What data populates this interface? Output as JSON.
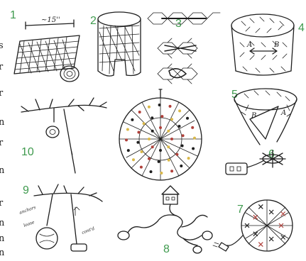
{
  "page": {
    "edge_letters": [
      "s",
      "r",
      "r",
      "n",
      "r",
      "n",
      "r",
      "n",
      "n",
      "n"
    ]
  },
  "panels": [
    {
      "id": "panel-1",
      "number": "1",
      "hand_label": "~15'' "
    },
    {
      "id": "panel-2",
      "number": "2"
    },
    {
      "id": "panel-3",
      "number": "3"
    },
    {
      "id": "panel-4",
      "number": "4",
      "letters": [
        "A",
        "B"
      ]
    },
    {
      "id": "panel-5",
      "number": "5",
      "letters": [
        "B",
        "A"
      ]
    },
    {
      "id": "panel-6",
      "number": "6"
    },
    {
      "id": "panel-7",
      "number": "7"
    },
    {
      "id": "panel-8",
      "number": "8"
    },
    {
      "id": "panel-9",
      "number": "9",
      "hand_labels": [
        "anchors",
        "loose",
        "cont'd"
      ]
    },
    {
      "id": "panel-10",
      "number": "10"
    },
    {
      "id": "center-sphere"
    }
  ],
  "colors": {
    "ink": "#1e1e1e",
    "number_green": "#3f9a4e",
    "accent_red": "#b0403a",
    "accent_yellow": "#d9b84a",
    "paper": "#ffffff"
  }
}
